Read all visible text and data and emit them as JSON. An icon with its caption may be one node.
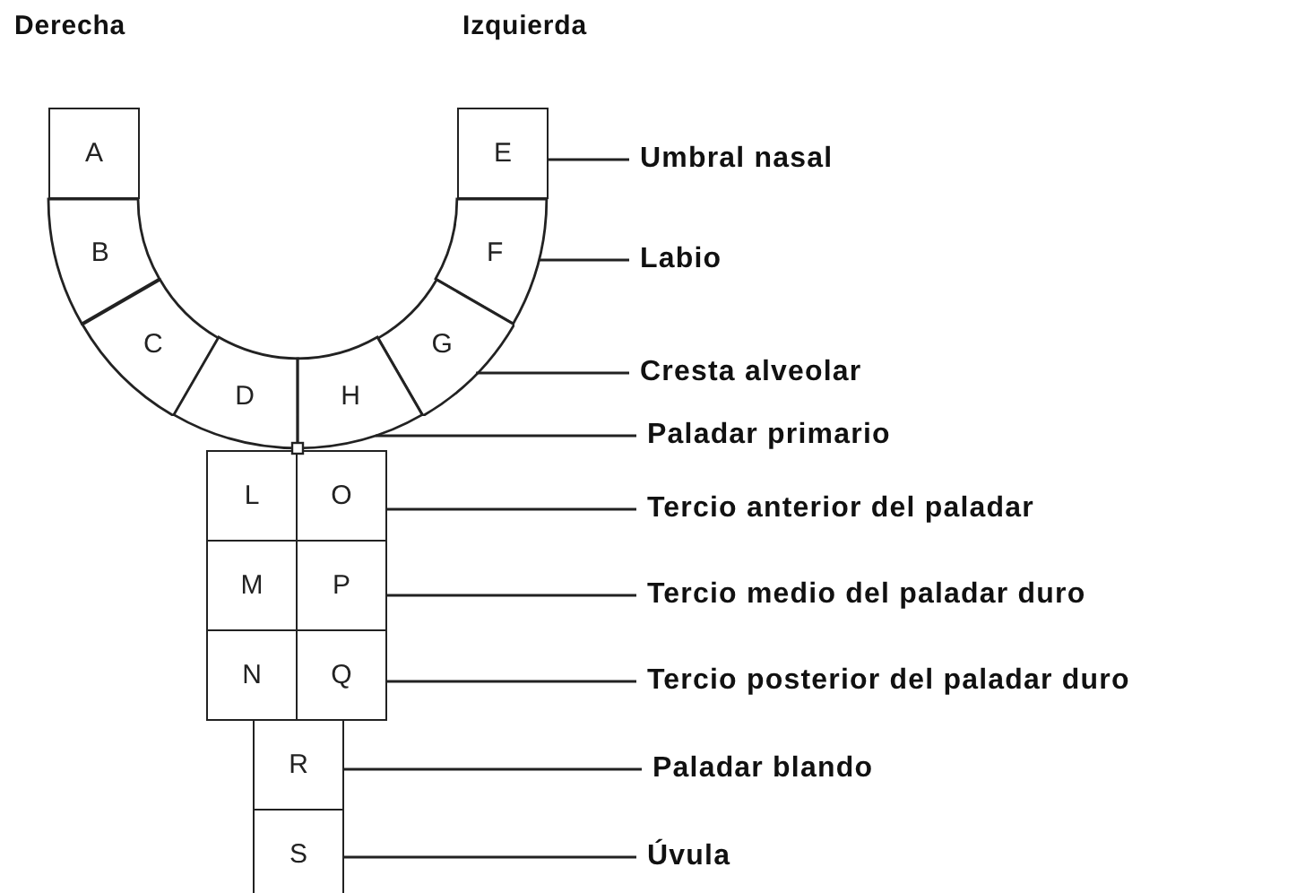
{
  "diagram": {
    "nodes": [
      {
        "text": [
          "A"
        ]
      },
      {
        "text": [
          "E"
        ]
      },
      {
        "text": [
          "B"
        ]
      },
      {
        "text": [
          "F"
        ]
      },
      {
        "text": [
          "C"
        ]
      },
      {
        "text": [
          "G"
        ]
      },
      {
        "text": [
          "D"
        ]
      },
      {
        "text": [
          "H"
        ]
      },
      {
        "text": [
          "L"
        ]
      },
      {
        "text": [
          "O"
        ]
      },
      {
        "text": [
          "M"
        ]
      },
      {
        "text": [
          "P"
        ]
      },
      {
        "text": [
          "N"
        ]
      },
      {
        "text": [
          "Q"
        ]
      },
      {
        "text": [
          "R"
        ]
      },
      {
        "text": [
          "S"
        ]
      },
      {
        "text": [
          "Umbral nasal"
        ]
      },
      {
        "text": [
          "Labio"
        ]
      },
      {
        "text": [
          "Cresta alveolar"
        ]
      },
      {
        "text": [
          "Paladar primario"
        ]
      },
      {
        "text": [
          "Tercio anterior del paladar"
        ]
      },
      {
        "text": [
          "Tercio medio del paladar duro"
        ]
      },
      {
        "text": [
          "Tercio posterior del paladar duro"
        ]
      },
      {
        "text": [
          "Paladar blando"
        ]
      },
      {
        "text": [
          "Úvula"
        ]
      }
    ],
    "edges": [
      {
        "from": 16,
        "to": 1,
        "arrow": "none"
      },
      {
        "from": 17,
        "to": 3,
        "arrow": "none"
      },
      {
        "from": 18,
        "to": 5,
        "arrow": "none"
      },
      {
        "from": 19,
        "to": 7,
        "arrow": "none"
      },
      {
        "from": 20,
        "to": 9,
        "arrow": "none"
      },
      {
        "from": 21,
        "to": 11,
        "arrow": "none"
      },
      {
        "from": 22,
        "to": 13,
        "arrow": "none"
      },
      {
        "from": 23,
        "to": 14,
        "arrow": "none"
      },
      {
        "from": 24,
        "to": 15,
        "arrow": "none"
      }
    ],
    "labels": [
      "Derecha",
      "Izquierda"
    ]
  }
}
